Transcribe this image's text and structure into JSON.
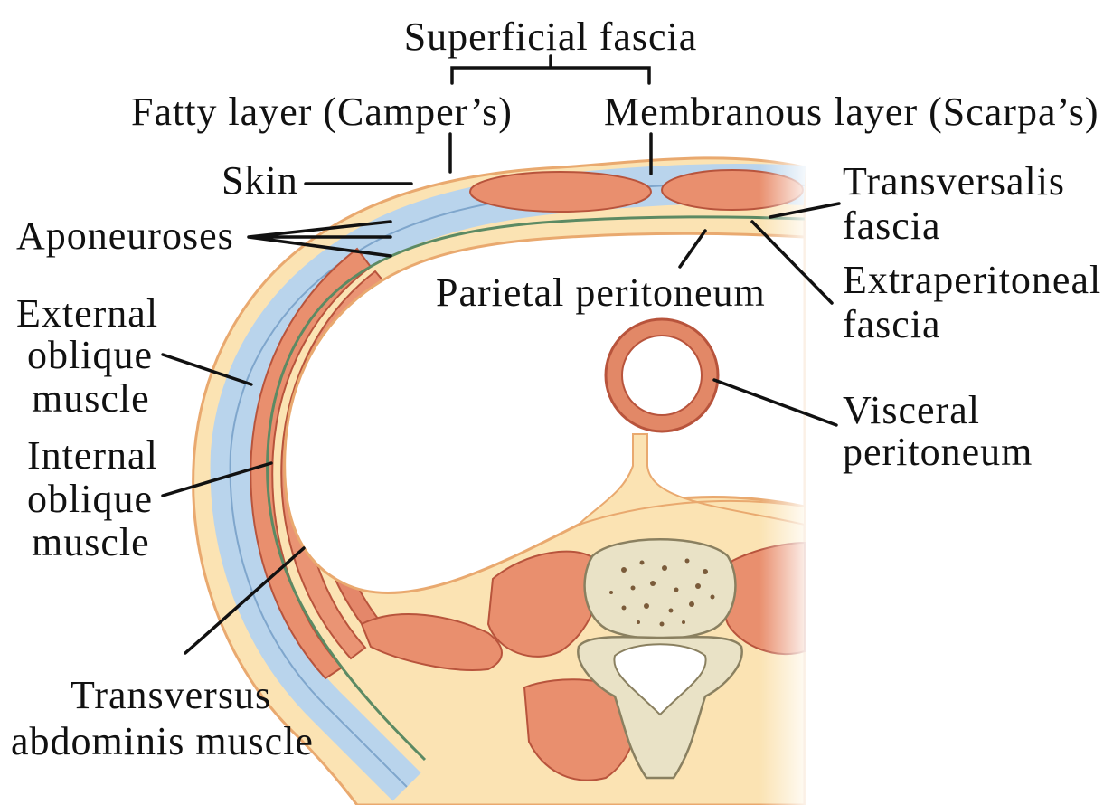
{
  "colors": {
    "skin": "#f6d9a0",
    "fat": "#fbe3b3",
    "fat_edge": "#e9a96f",
    "muscle": "#e98f6e",
    "muscle_edge": "#b8543c",
    "aponeurosis": "#b9d4ec",
    "aponeurosis_edge": "#7fa6cc",
    "fascia": "#5c8a63",
    "bone": "#e9e2c6",
    "marrow": "#7a5b3a",
    "gut_wall": "#e28867",
    "gut_lumen": "#ffffff",
    "leader": "#111111"
  },
  "labels": {
    "superficial_fascia": "Superficial fascia",
    "fatty_layer": "Fatty layer (Camper’s)",
    "membranous_layer": "Membranous layer (Scarpa’s)",
    "skin": "Skin",
    "aponeuroses": "Aponeuroses",
    "transversalis_line1": "Transversalis",
    "transversalis_line2": "fascia",
    "parietal_peritoneum": "Parietal peritoneum",
    "extraperitoneal_line1": "Extraperitoneal",
    "extraperitoneal_line2": "fascia",
    "external_oblique_line1": "External",
    "external_oblique_line2": "oblique",
    "external_oblique_line3": "muscle",
    "internal_oblique_line1": "Internal",
    "internal_oblique_line2": "oblique",
    "internal_oblique_line3": "muscle",
    "visceral_line1": "Visceral",
    "visceral_line2": "peritoneum",
    "transversus_line1": "Transversus",
    "transversus_line2": "abdominis muscle"
  }
}
